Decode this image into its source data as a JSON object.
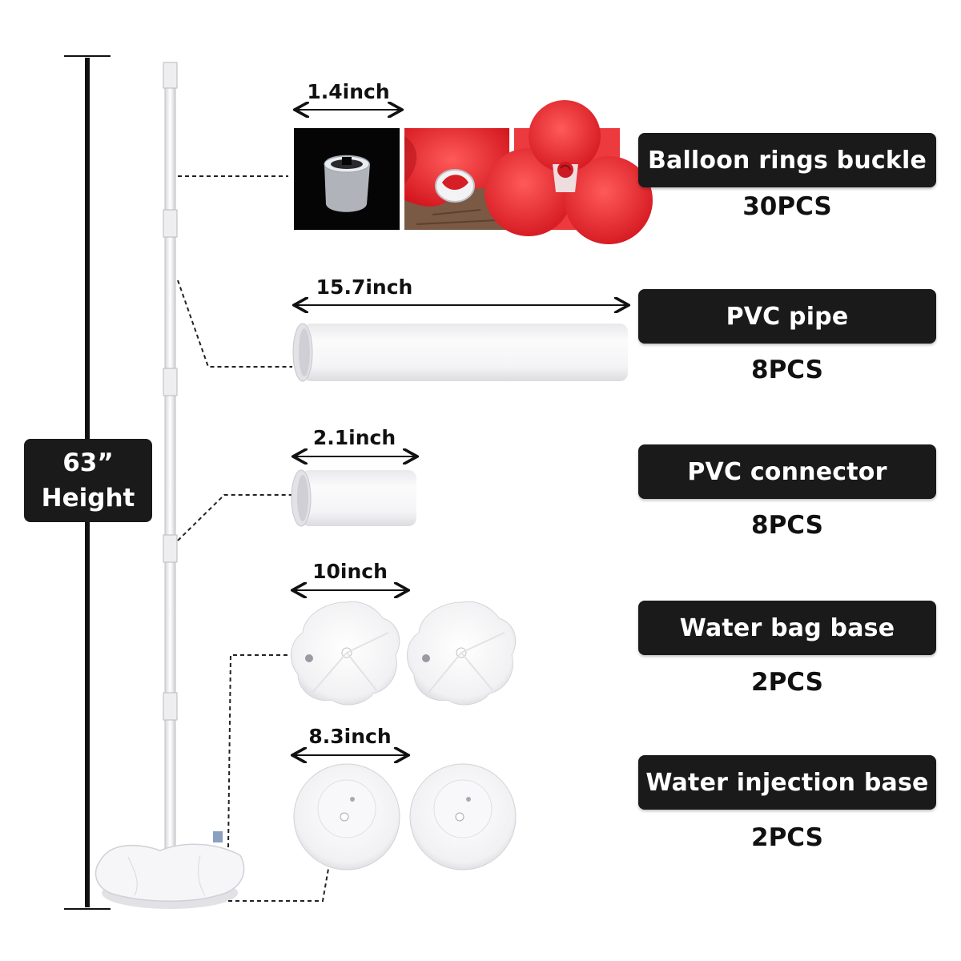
{
  "height_label": {
    "value": "63”",
    "word": "Height"
  },
  "items": [
    {
      "name": "Balloon rings buckle",
      "qty": "30PCS",
      "dimension": "1.4inch",
      "icon": "balloon-ring-icon"
    },
    {
      "name": "PVC pipe",
      "qty": "8PCS",
      "dimension": "15.7inch",
      "icon": "pvc-pipe-icon"
    },
    {
      "name": "PVC connector",
      "qty": "8PCS",
      "dimension": "2.1inch",
      "icon": "pvc-connector-icon"
    },
    {
      "name": "Water bag base",
      "qty": "2PCS",
      "dimension": "10inch",
      "icon": "water-bag-base-icon"
    },
    {
      "name": "Water injection base",
      "qty": "2PCS",
      "dimension": "8.3inch",
      "icon": "water-injection-base-icon"
    }
  ],
  "colors": {
    "label_bg": "#1a1a1a",
    "label_text": "#ffffff",
    "balloon_red": "#e8232b"
  }
}
